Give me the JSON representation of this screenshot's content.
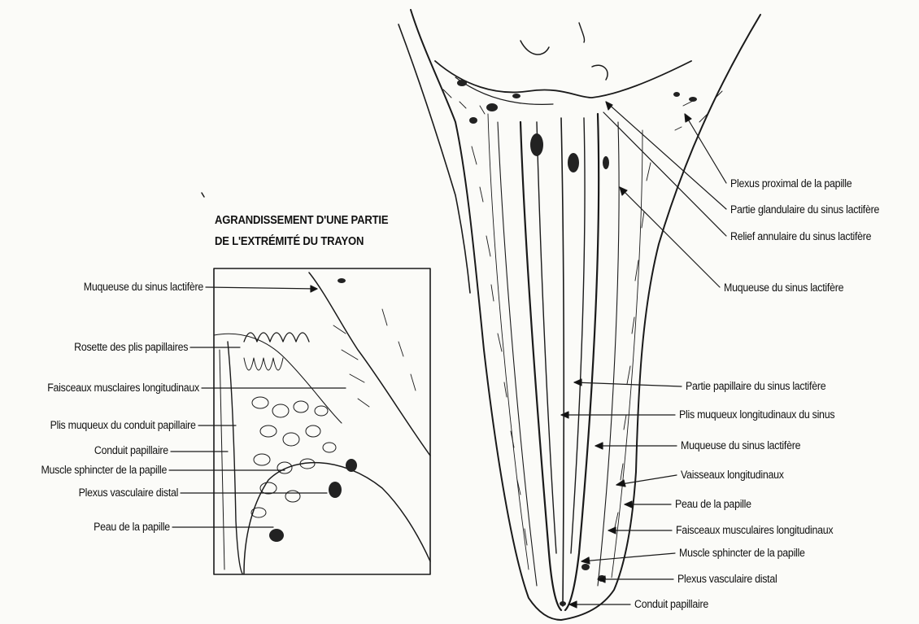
{
  "inset_title": [
    "AGRANDISSEMENT D'UNE PARTIE",
    "DE L'EXTRÉMITÉ DU TRAYON"
  ],
  "left_labels": [
    "Muqueuse du sinus lactifère",
    "Rosette des plis papillaires",
    "Faisceaux musclaires longitudinaux",
    "Plis muqueux du conduit papillaire",
    "Conduit papillaire",
    "Muscle sphincter de la papille",
    "Plexus vasculaire distal",
    "Peau de la papille"
  ],
  "right_labels": [
    "Plexus proximal de la papille",
    "Partie glandulaire du sinus lactifère",
    "Relief annulaire du sinus lactifère",
    "Muqueuse du sinus lactifère",
    "Partie papillaire du sinus lactifère",
    "Plis muqueux longitudinaux du sinus",
    "Muqueuse du sinus lactifère",
    "Vaisseaux longitudinaux",
    "Peau de la papille",
    "Faisceaux musculaires longitudinaux",
    "Muscle sphincter de la papille",
    "Plexus vasculaire distal",
    "Conduit papillaire"
  ]
}
